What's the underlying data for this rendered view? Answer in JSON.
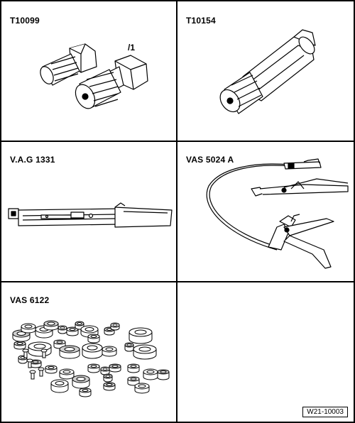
{
  "tools": [
    {
      "code": "T10099",
      "sub_label": "/1",
      "illustration": "splined-socket-bits"
    },
    {
      "code": "T10154",
      "illustration": "long-splined-socket"
    },
    {
      "code": "V.A.G 1331",
      "illustration": "torque-wrench"
    },
    {
      "code": "VAS 5024 A",
      "illustration": "hose-clip-pliers"
    },
    {
      "code": "VAS 6122",
      "illustration": "adapter-ring-set"
    },
    {
      "code": "",
      "illustration": "empty"
    }
  ],
  "figure_ref": "W21-10003",
  "colors": {
    "line": "#000000",
    "background": "#ffffff",
    "shade": "#cfcfcf"
  }
}
